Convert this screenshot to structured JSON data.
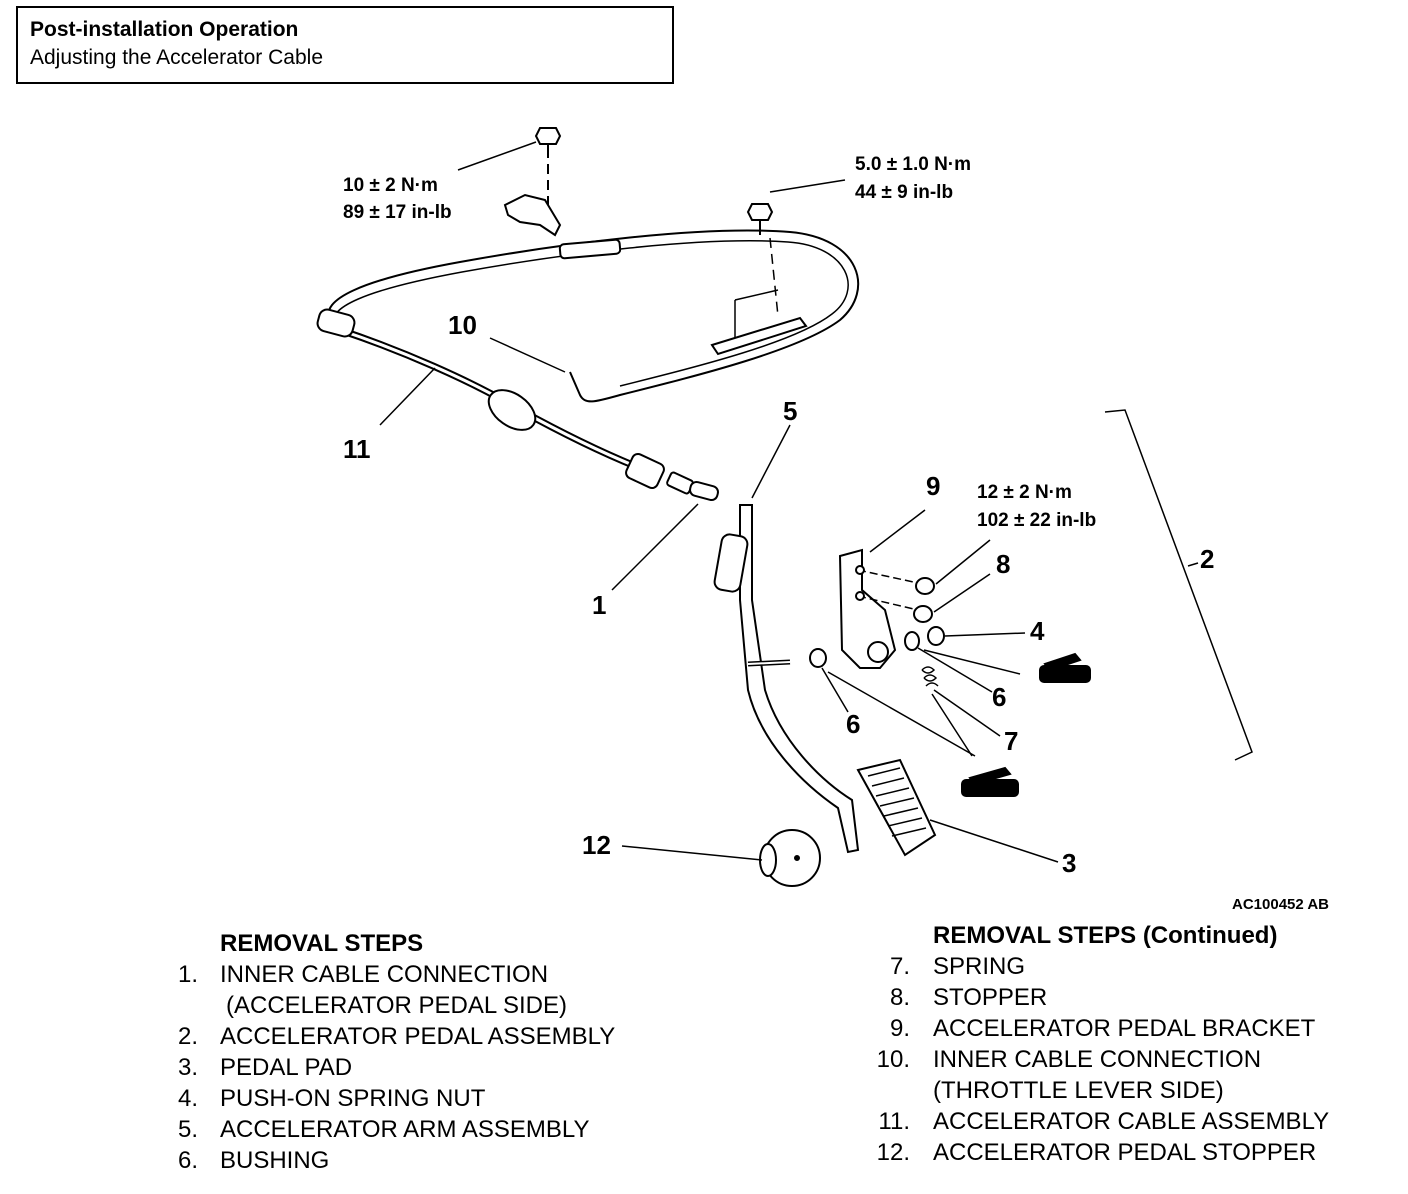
{
  "header": {
    "title": "Post-installation Operation",
    "subtitle": "Adjusting the Accelerator Cable"
  },
  "torques": {
    "bracket_bolt": {
      "nm": "10 ± 2 N·m",
      "inlb": "89 ± 17 in-lb"
    },
    "cable_bolt": {
      "nm": "5.0 ± 1.0 N·m",
      "inlb": "44 ± 9 in-lb"
    },
    "pedal_bracket": {
      "nm": "12 ± 2 N·m",
      "inlb": "102 ± 22 in-lb"
    }
  },
  "callouts": {
    "c1": "1",
    "c2": "2",
    "c3": "3",
    "c4": "4",
    "c5": "5",
    "c6a": "6",
    "c6b": "6",
    "c7": "7",
    "c8": "8",
    "c9": "9",
    "c10": "10",
    "c11": "11",
    "c12": "12"
  },
  "figure_code": "AC100452 AB",
  "removal_steps": {
    "heading": "REMOVAL STEPS",
    "items": [
      {
        "num": "1.",
        "text": "INNER CABLE CONNECTION",
        "text2": "(ACCELERATOR PEDAL SIDE)"
      },
      {
        "num": "2.",
        "text": "ACCELERATOR PEDAL ASSEMBLY"
      },
      {
        "num": "3.",
        "text": "PEDAL PAD"
      },
      {
        "num": "4.",
        "text": "PUSH-ON SPRING NUT"
      },
      {
        "num": "5.",
        "text": "ACCELERATOR ARM ASSEMBLY"
      },
      {
        "num": "6.",
        "text": "BUSHING"
      }
    ]
  },
  "removal_steps_continued": {
    "heading": "REMOVAL STEPS (Continued)",
    "items": [
      {
        "num": "7.",
        "text": "SPRING"
      },
      {
        "num": "8.",
        "text": "STOPPER"
      },
      {
        "num": "9.",
        "text": "ACCELERATOR PEDAL BRACKET"
      },
      {
        "num": "10.",
        "text": "INNER CABLE CONNECTION",
        "text2": "(THROTTLE LEVER SIDE)"
      },
      {
        "num": "11.",
        "text": "ACCELERATOR CABLE ASSEMBLY"
      },
      {
        "num": "12.",
        "text": "ACCELERATOR PEDAL STOPPER"
      }
    ]
  }
}
